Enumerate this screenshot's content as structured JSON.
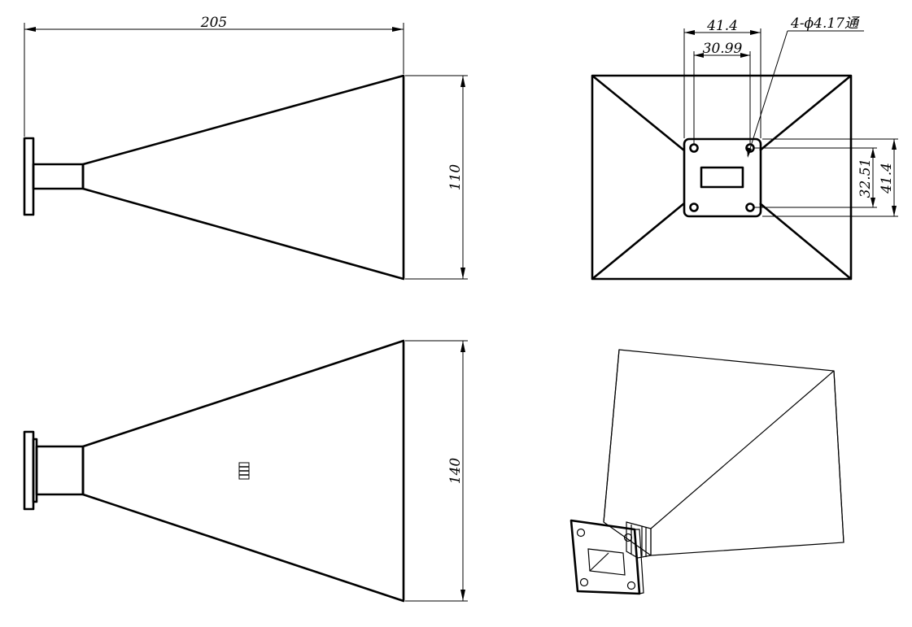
{
  "views": {
    "side_top": {
      "label": "side-view-top"
    },
    "front": {
      "label": "front-view"
    },
    "side_bottom": {
      "label": "side-view-bottom"
    },
    "isometric": {
      "label": "isometric-view"
    }
  },
  "dimensions": {
    "overall_length": "205",
    "top_side_height": "110",
    "bottom_side_height": "140",
    "flange_width": "41.4",
    "hole_spacing_h": "30.99",
    "hole_spacing_v": "32.51",
    "flange_height": "41.4",
    "hole_note": "4-ϕ4.17通"
  },
  "colors": {
    "line": "#000000",
    "background": "#ffffff"
  }
}
